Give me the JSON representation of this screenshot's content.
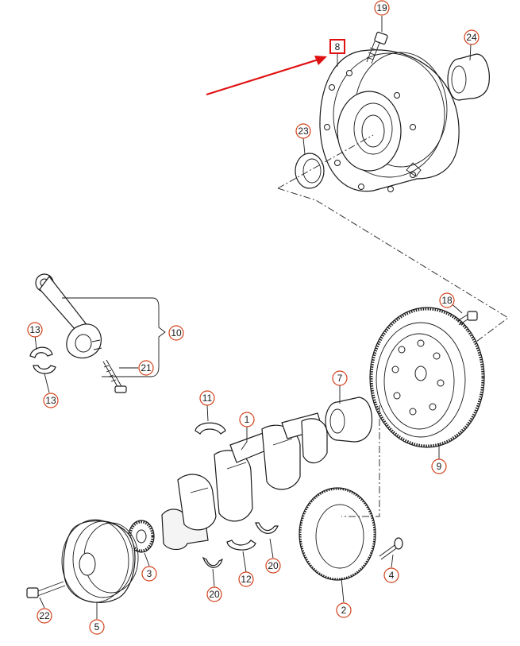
{
  "diagram": {
    "callouts": {
      "c1": "1",
      "c2": "2",
      "c3": "3",
      "c4": "4",
      "c5": "5",
      "c7": "7",
      "c8": "8",
      "c9": "9",
      "c10": "10",
      "c11": "11",
      "c12": "12",
      "c13a": "13",
      "c13b": "13",
      "c18": "18",
      "c19": "19",
      "c20a": "20",
      "c20b": "20",
      "c21": "21",
      "c22": "22",
      "c23": "23",
      "c24": "24"
    },
    "highlight": {
      "part": "8",
      "color": "#e01010"
    },
    "accent_color": "#d2401a"
  }
}
